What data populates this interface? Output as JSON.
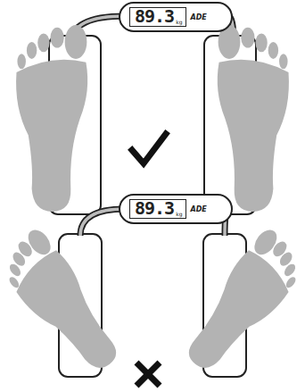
{
  "diagram": {
    "nodes": [
      {
        "text": [
          "89.3",
          "kg",
          "ADE"
        ]
      },
      {
        "text": [
          "89.3",
          "kg",
          "ADE"
        ]
      }
    ]
  }
}
